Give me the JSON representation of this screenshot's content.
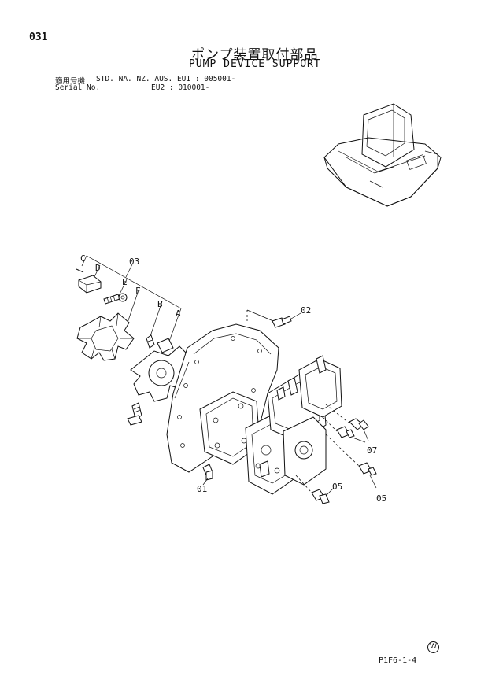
{
  "header": {
    "page_number": "031",
    "title_jp": "ポンプ装置取付部品",
    "title_en": "PUMP DEVICE SUPPORT",
    "serial_jp_label": "適用号機",
    "serial_en_label": "Serial No.",
    "models_eu1": "STD. NA. NZ. AUS. EU1 : 005001-",
    "eu2": "EU2 : 010001-"
  },
  "callouts": {
    "c_01": "01",
    "c_02": "02",
    "c_03": "03",
    "c_05a": "05",
    "c_05b": "05",
    "c_07": "07",
    "c_A": "A",
    "c_B": "B",
    "c_C": "C",
    "c_D": "D",
    "c_E": "E",
    "c_F": "F"
  },
  "footer": {
    "figure_code": "P1F6-1-4",
    "mark": "W"
  }
}
